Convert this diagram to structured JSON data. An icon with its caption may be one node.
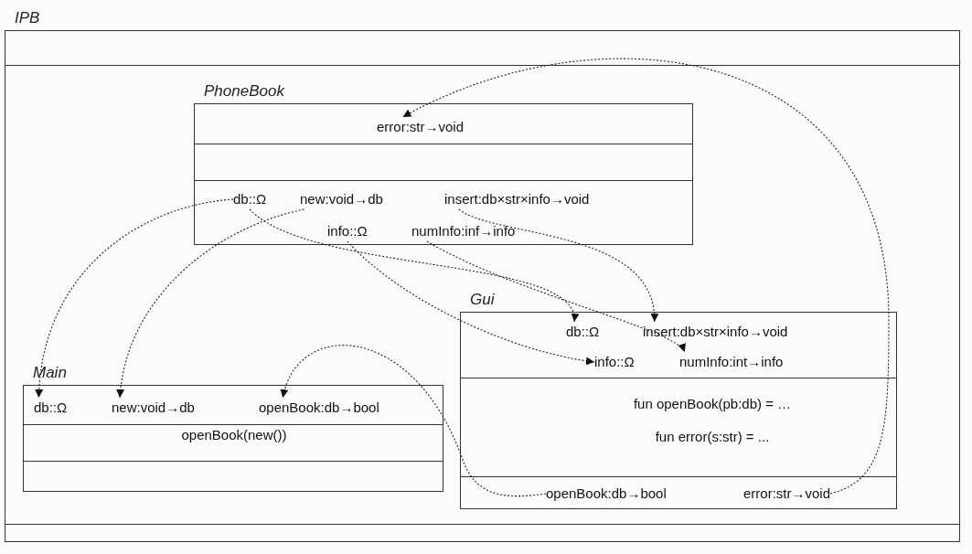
{
  "diagram": {
    "nodes": [
      {
        "text": [
          "IPB"
        ]
      },
      {
        "text": [
          "PhoneBook"
        ],
        "in": 0
      },
      {
        "text": [
          "error:str→void"
        ],
        "in": 1
      },
      {
        "text": [
          "db::Ω"
        ],
        "in": 1
      },
      {
        "text": [
          "new:void→db"
        ],
        "in": 1
      },
      {
        "text": [
          "insert:db×str×info→void"
        ],
        "in": 1
      },
      {
        "text": [
          "info::Ω"
        ],
        "in": 1
      },
      {
        "text": [
          "numInfo:inf→info"
        ],
        "in": 1
      },
      {
        "text": [
          "Main",
          "openBook(new())"
        ],
        "in": 0
      },
      {
        "text": [
          "db::Ω"
        ],
        "in": 8
      },
      {
        "text": [
          "new:void→db"
        ],
        "in": 8
      },
      {
        "text": [
          "openBook:db→bool"
        ],
        "in": 8
      },
      {
        "text": [
          "Gui",
          "fun openBook(pb:db) = …",
          "fun error(s:str) = ..."
        ],
        "in": 0
      },
      {
        "text": [
          "db::Ω"
        ],
        "in": 12
      },
      {
        "text": [
          "insert:db×str×info→void"
        ],
        "in": 12
      },
      {
        "text": [
          "info::Ω"
        ],
        "in": 12
      },
      {
        "text": [
          "numInfo:int→info"
        ],
        "in": 12
      },
      {
        "text": [
          "openBook:db→bool"
        ],
        "in": 12
      },
      {
        "text": [
          "error:str→void"
        ],
        "in": 12
      }
    ],
    "edges": [
      {
        "from": 3,
        "to": 9,
        "arrow": "to"
      },
      {
        "from": 4,
        "to": 10,
        "arrow": "to"
      },
      {
        "from": 3,
        "to": 13,
        "arrow": "to"
      },
      {
        "from": 5,
        "to": 14,
        "arrow": "to"
      },
      {
        "from": 6,
        "to": 15,
        "arrow": "to"
      },
      {
        "from": 7,
        "to": 16,
        "arrow": "to"
      },
      {
        "from": 17,
        "to": 11,
        "arrow": "to"
      },
      {
        "from": 18,
        "to": 2,
        "arrow": "to"
      }
    ]
  }
}
